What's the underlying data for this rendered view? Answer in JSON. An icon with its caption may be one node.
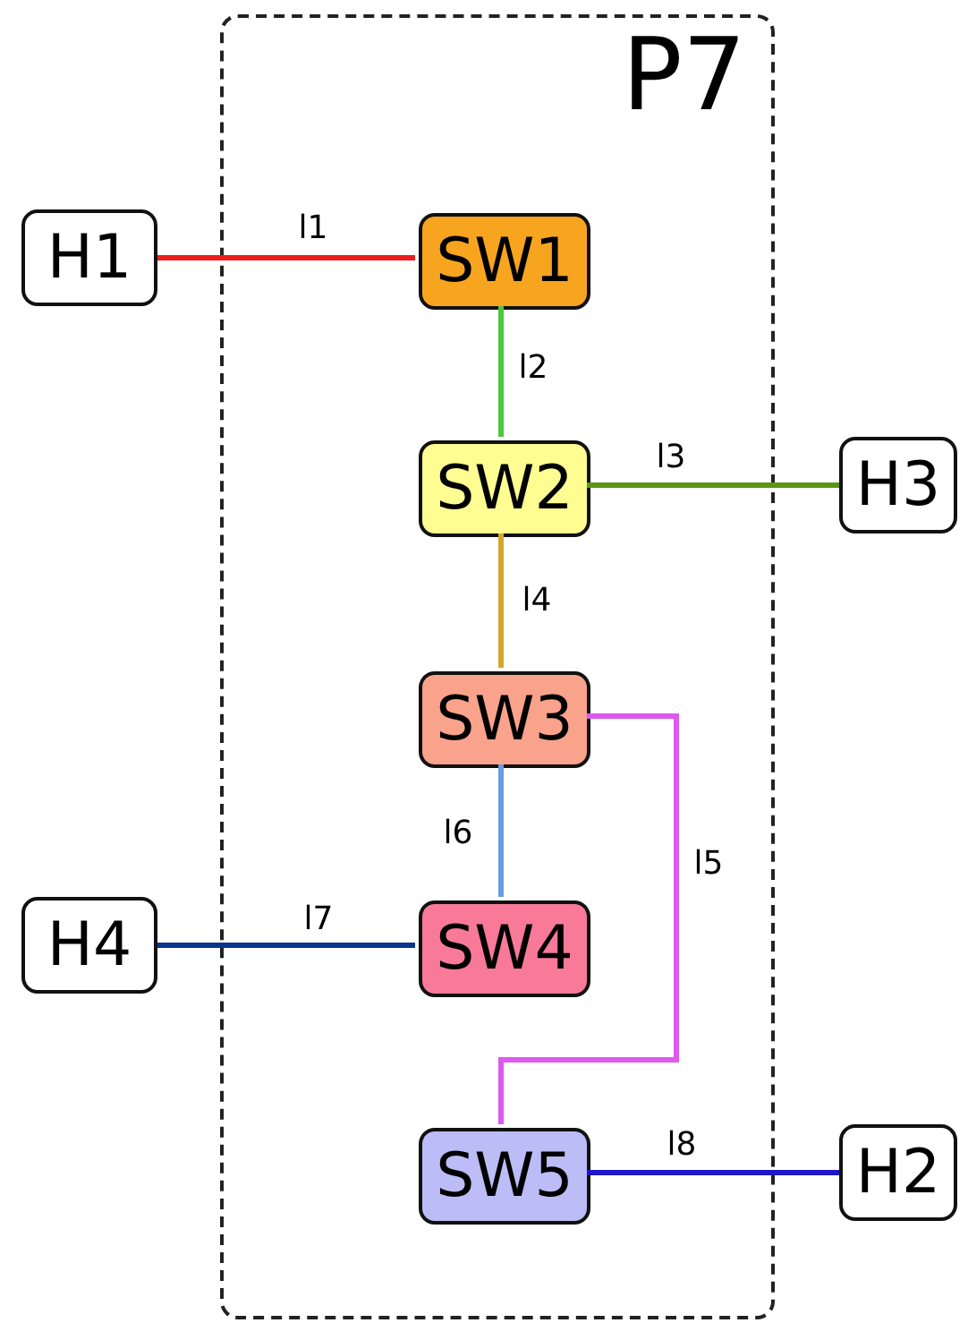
{
  "diagram": {
    "nodes": [
      {
        "text": [
          "P7"
        ]
      },
      {
        "text": [
          "H1"
        ]
      },
      {
        "text": [
          "SW1"
        ],
        "in": 0
      },
      {
        "text": [
          "SW2"
        ],
        "in": 0
      },
      {
        "text": [
          "H3"
        ]
      },
      {
        "text": [
          "SW3"
        ],
        "in": 0
      },
      {
        "text": [
          "H4"
        ]
      },
      {
        "text": [
          "SW4"
        ],
        "in": 0
      },
      {
        "text": [
          "SW5"
        ],
        "in": 0
      },
      {
        "text": [
          "H2"
        ]
      }
    ],
    "edges": [
      {
        "from": 1,
        "to": 2,
        "arrow": "none",
        "label": "l1",
        "color": "#ee1c1c"
      },
      {
        "from": 2,
        "to": 3,
        "arrow": "none",
        "label": "l2",
        "color": "#4cc83c"
      },
      {
        "from": 3,
        "to": 4,
        "arrow": "none",
        "label": "l3",
        "color": "#5a9614"
      },
      {
        "from": 3,
        "to": 5,
        "arrow": "none",
        "label": "l4",
        "color": "#d2a82c"
      },
      {
        "from": 5,
        "to": 8,
        "arrow": "none",
        "label": "l5",
        "color": "#dc5aee"
      },
      {
        "from": 5,
        "to": 7,
        "arrow": "none",
        "label": "l6",
        "color": "#6a9ce8"
      },
      {
        "from": 6,
        "to": 7,
        "arrow": "none",
        "label": "l7",
        "color": "#0a3690"
      },
      {
        "from": 8,
        "to": 9,
        "arrow": "none",
        "label": "l8",
        "color": "#1e14c8"
      }
    ]
  }
}
